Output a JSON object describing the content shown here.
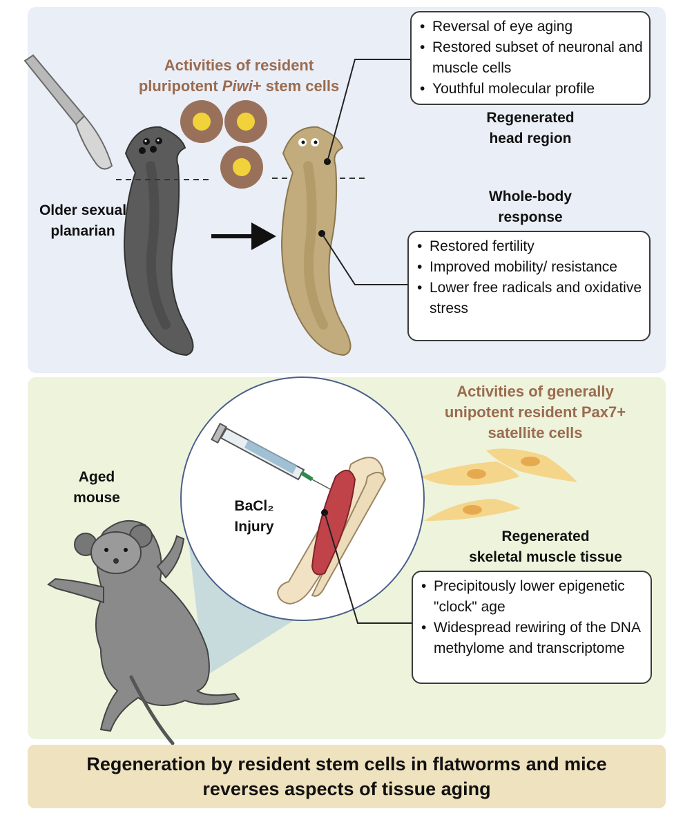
{
  "top_panel": {
    "stem_cells_title_line1": "Activities of resident",
    "stem_cells_title_line2_prefix": "pluripotent ",
    "stem_cells_title_line2_italic": "Piwi",
    "stem_cells_title_line2_suffix": "+ stem cells",
    "older_label_line1": "Older sexual",
    "older_label_line2": "planarian",
    "head_box_items": [
      "Reversal of eye aging",
      "Restored subset of neuronal and muscle cells",
      "Youthful molecular profile"
    ],
    "head_title_line1": "Regenerated",
    "head_title_line2": "head region",
    "body_title_line1": "Whole-body",
    "body_title_line2": "response",
    "body_box_items": [
      "Restored fertility",
      "Improved mobility/ resistance",
      "Lower free radicals and oxidative stress"
    ]
  },
  "bottom_panel": {
    "satellite_title_line1": "Activities of generally",
    "satellite_title_line2": "unipotent resident Pax7+",
    "satellite_title_line3": "satellite cells",
    "aged_label_line1": "Aged",
    "aged_label_line2": "mouse",
    "injury_label_line1": "BaCl₂",
    "injury_label_line2": "Injury",
    "muscle_title_line1": "Regenerated",
    "muscle_title_line2": "skeletal muscle tissue",
    "muscle_box_items": [
      "Precipitously lower epigenetic \"clock\" age",
      "Widespread rewiring of the DNA methylome and transcriptome"
    ]
  },
  "banner": {
    "line1": "Regeneration by resident stem cells in flatworms and mice",
    "line2": "reverses aspects of tissue aging"
  },
  "colors": {
    "top_panel_bg": "#eaeef6",
    "bottom_panel_bg": "#eef3dc",
    "banner_bg": "#efe2bf",
    "accent_text": "#9a6b4f",
    "stem_cell_outer": "#8b5a40",
    "stem_cell_nucleus": "#f2d23a",
    "satellite_cell": "#f5cf7a",
    "muscle_red": "#c0434a"
  },
  "icons": [
    "scalpel-icon",
    "old-planarian-icon",
    "young-planarian-icon",
    "stem-cell-icon",
    "arrow-right-icon",
    "syringe-icon",
    "muscle-bone-icon",
    "mouse-icon",
    "satellite-cell-icon"
  ]
}
